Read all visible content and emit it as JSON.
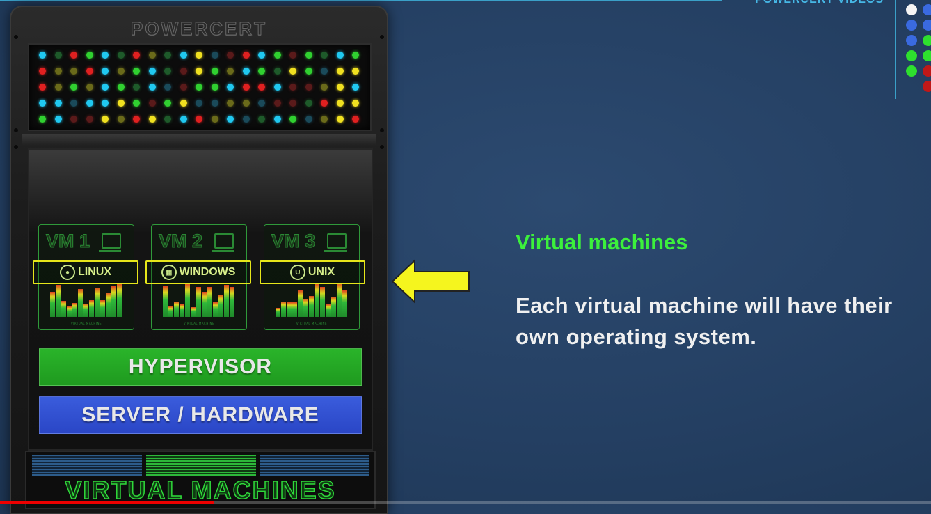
{
  "brand_tag": "POWERCERT VIDEOS",
  "rack": {
    "brand": "POWERCERT",
    "vms": [
      {
        "title": "VM 1",
        "os": "LINUX",
        "os_icon": "linux-icon",
        "footer": "VIRTUAL MACHINE"
      },
      {
        "title": "VM 2",
        "os": "WINDOWS",
        "os_icon": "windows-icon",
        "footer": "VIRTUAL MACHINE"
      },
      {
        "title": "VM 3",
        "os": "UNIX",
        "os_icon": "unix-icon",
        "footer": "VIRTUAL MACHINE"
      }
    ],
    "hypervisor_label": "HYPERVISOR",
    "server_label": "SERVER / HARDWARE",
    "banner": "VIRTUAL MACHINES"
  },
  "content": {
    "heading": "Virtual machines",
    "body": "Each virtual machine will have their own operating system."
  },
  "colors": {
    "heading": "#3cf03c",
    "hypervisor": "#22a822",
    "server": "#3250d0",
    "highlight": "#e6e61a",
    "arrow": "#f5f51e"
  },
  "video_progress": 0.23
}
